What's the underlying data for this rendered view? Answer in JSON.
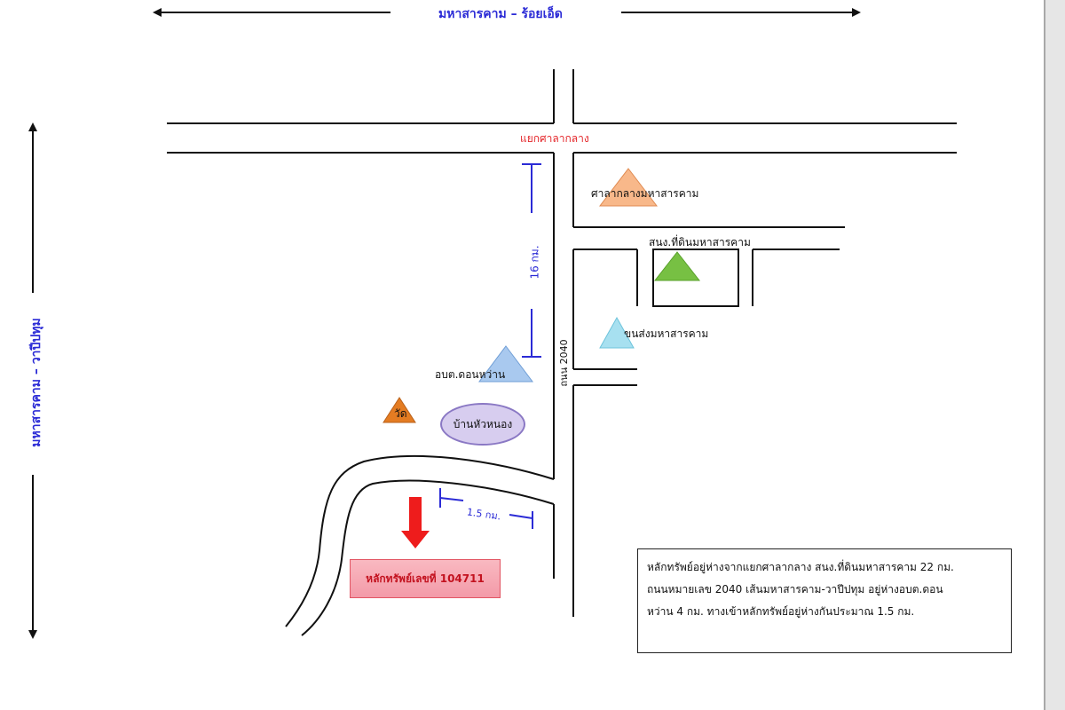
{
  "top_road_label": "มหาสารคาม – ร้อยเอ็ด",
  "left_road_label": "มหาสารคาม – วาปีปทุม",
  "junction_label": "แยกศาลากลาง",
  "distance_vertical": "16 กม.",
  "distance_spur": "1.5 กม.",
  "road_2040_label": "ถนน 2040",
  "landmarks": {
    "city_hall": "ศาลากลางมหาสารคาม",
    "land_office": "สนง.ที่ดินมหาสารคาม",
    "transport": "ขนส่งมหาสารคาม",
    "tao": "อบต.ดอนหว่าน",
    "temple": "วัด",
    "village": "บ้านหัวหนอง"
  },
  "property_label": "หลักทรัพย์เลขที่ 104711",
  "info_lines": [
    "หลักทรัพย์อยู่ห่างจากแยกศาลากลาง สนง.ที่ดินมหาสารคาม 22 กม.",
    "ถนนหมายเลข 2040 เส้นมหาสารคาม-วาปีปทุม อยู่ห่างอบต.ดอน",
    "หว่าน 4 กม. ทางเข้าหลักทรัพย์อยู่ห่างกันประมาณ  1.5 กม."
  ],
  "colors": {
    "road": "#111111",
    "label_blue": "#2b2bd6",
    "label_red": "#e4262a",
    "city_hall_triangle": "#f8b88a",
    "land_office_triangle": "#77c043",
    "transport_triangle": "#a7e0f0",
    "tao_triangle": "#a9c9ef",
    "temple_triangle": "#e47c22",
    "village_ellipse": "#d7cdef",
    "arrow": "#ee1c1c"
  },
  "icons": [
    "triangle-marker-icon",
    "ellipse-marker-icon",
    "down-arrow-icon"
  ]
}
